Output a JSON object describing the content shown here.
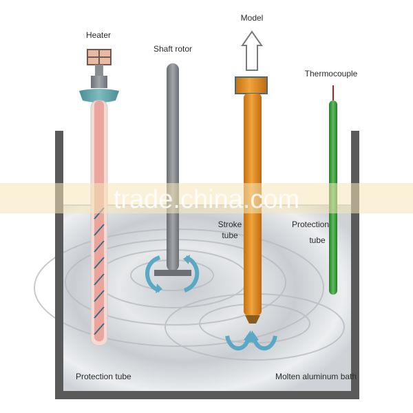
{
  "labels": {
    "heater": "Heater",
    "shaft_rotor": "Shaft rotor",
    "model": "Model",
    "thermocouple": "Thermocouple",
    "stroke_tube_line1": "Stroke",
    "stroke_tube_line2": "tube",
    "protection_tube_right_line1": "Protection",
    "protection_tube_right_line2": "tube",
    "protection_tube_left": "Protection tube",
    "molten_bath": "Molten aluminum bath"
  },
  "watermark": "trade.china.com",
  "colors": {
    "heater_tube": "#e9a59b",
    "rotor_shaft": "#8a8e92",
    "stroke_tube": "#e08a1e",
    "thermocouple_tube": "#3b9a3b",
    "tank_border": "#555555",
    "molten_bath": "#d7dadd",
    "watermark_band": "#f5e6b8"
  }
}
